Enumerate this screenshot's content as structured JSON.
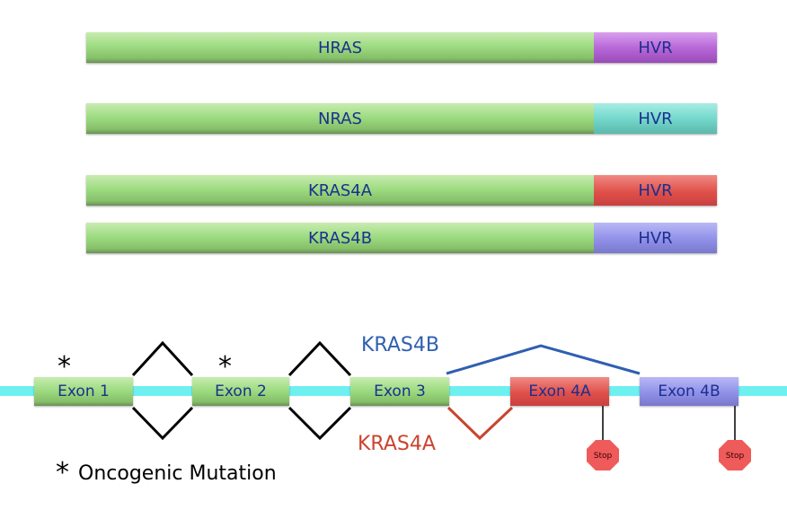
{
  "proteins": [
    {
      "name": "HRAS",
      "hvr": "HVR",
      "hvr_color": "#b868d8"
    },
    {
      "name": "NRAS",
      "hvr": "HVR",
      "hvr_color": "#74d8cc"
    },
    {
      "name": "KRAS4A",
      "hvr": "HVR",
      "hvr_color": "#e0504a"
    },
    {
      "name": "KRAS4B",
      "hvr": "HVR",
      "hvr_color": "#9090e8"
    }
  ],
  "exons": [
    {
      "label": "Exon 1",
      "color": "#9edc82"
    },
    {
      "label": "Exon 2",
      "color": "#9edc82"
    },
    {
      "label": "Exon 3",
      "color": "#9edc82"
    },
    {
      "label": "Exon 4A",
      "color": "#e0504a"
    },
    {
      "label": "Exon 4B",
      "color": "#9090e8"
    }
  ],
  "isoforms": {
    "kras4b": {
      "label": "KRAS4B",
      "color": "#2f5fb0"
    },
    "kras4a": {
      "label": "KRAS4A",
      "color": "#c9442f"
    }
  },
  "stop_label": "Stop",
  "mutation_mark": "*",
  "legend": {
    "symbol": "*",
    "text": "Oncogenic Mutation"
  },
  "colors": {
    "gene_line": "#6ff0f0",
    "stop": "#ef5a5a",
    "text_blue": "#1c2f8f"
  }
}
